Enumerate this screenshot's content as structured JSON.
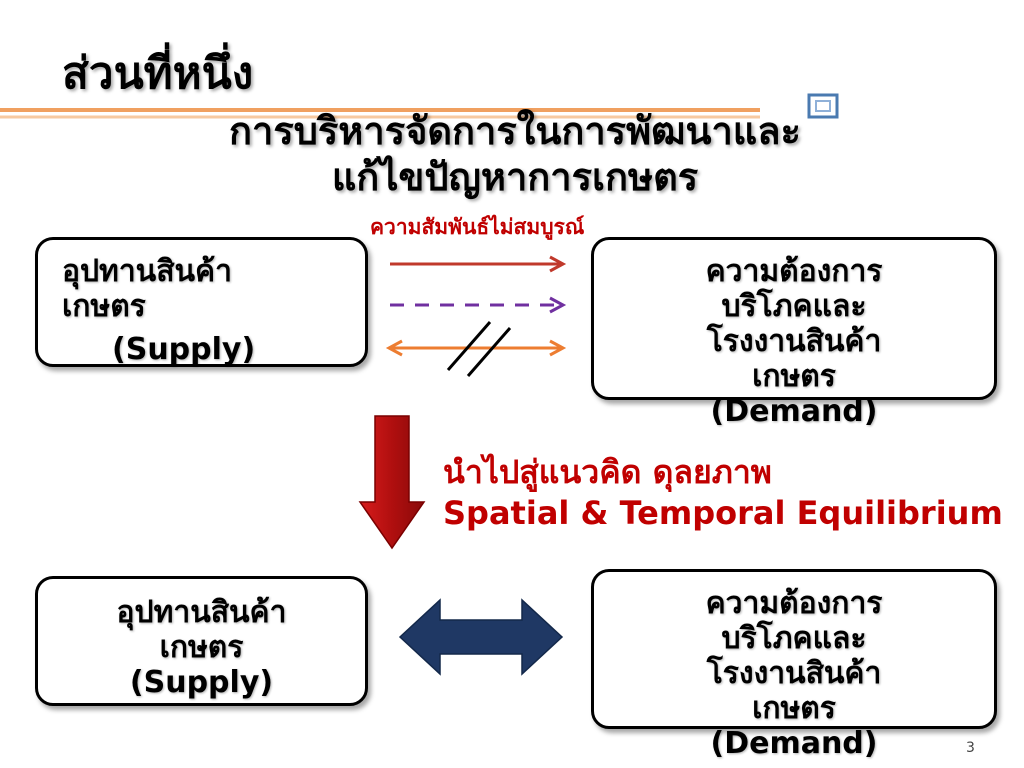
{
  "section_title": "ส่วนที่หนึ่ง",
  "main_title": {
    "line1": "การบริหารจัดการในการพัฒนาและ",
    "line2": "แก้ไขปัญหาการเกษตร"
  },
  "relation_label": "ความสัมพันธ์ไม่สมบูรณ์",
  "supply_top": {
    "line1": "อุปทานสินค้า",
    "line2": "เกษตร",
    "line3": "(Supply)"
  },
  "demand_top": {
    "line1": "ความต้องการ",
    "line2": "บริโภคและ",
    "line3": "โรงงานสินค้า",
    "line4": "เกษตร",
    "line5": "(Demand)"
  },
  "concept": {
    "line1": "นำไปสู่แนวคิด ดุลยภาพ",
    "line2": "Spatial & Temporal Equilibrium"
  },
  "supply_bottom": {
    "line1": "อุปทานสินค้า",
    "line2": "เกษตร",
    "line3": "(Supply)"
  },
  "demand_bottom": {
    "line1": "ความต้องการ",
    "line2": "บริโภคและ",
    "line3": "โรงงานสินค้า",
    "line4": "เกษตร",
    "line5": "(Demand)"
  },
  "page_number": "3",
  "colors": {
    "accent_red": "#c00000",
    "dark_red_arrow": "#b01b1b",
    "purple_dashed": "#7030a0",
    "orange_arrow": "#ed7d31",
    "navy_arrow": "#1f3864",
    "divider_orange": "#f0a060"
  },
  "icons": [
    "corner-square-icon",
    "down-arrow-icon",
    "double-arrow-icon"
  ]
}
